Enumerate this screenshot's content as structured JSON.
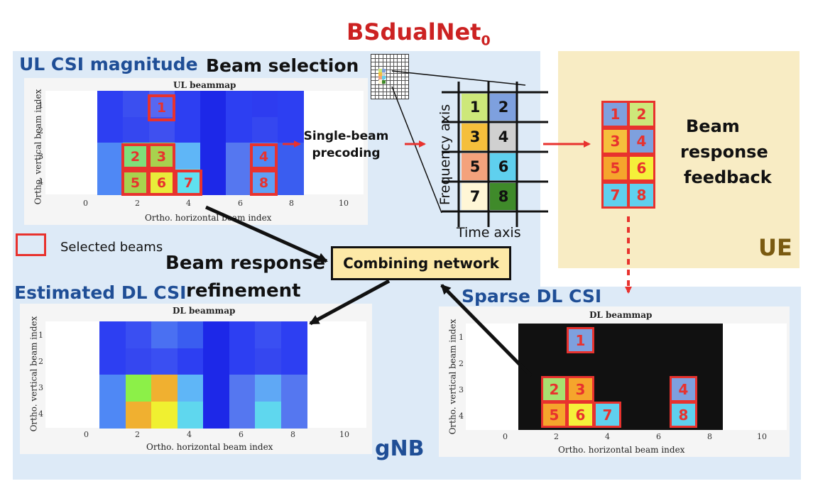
{
  "title": {
    "main": "BSdualNet",
    "sub": "0"
  },
  "ul_section": {
    "title": "UL CSI magnitude",
    "beam_selection": "Beam selection"
  },
  "ul_plot": {
    "title": "UL beammap",
    "ylabel": "Ortho. vertical beam index",
    "xlabel": "Ortho. horizontal beam index"
  },
  "dl_est_section": {
    "title": "Estimated DL CSI"
  },
  "dl_plot": {
    "title": "DL beammap",
    "ylabel": "Ortho. vertical beam index",
    "xlabel": "Ortho. horizontal beam index"
  },
  "sparse_section": {
    "title": "Sparse DL CSI"
  },
  "sparse_plot": {
    "title": "DL beammap",
    "ylabel": "Ortho. vertical beam index",
    "xlabel": "Ortho. horizontal beam index"
  },
  "x_ticks": [
    "0",
    "2",
    "4",
    "6",
    "8",
    "10"
  ],
  "y_ticks": [
    "1",
    "2",
    "3",
    "4"
  ],
  "single_beam": {
    "line1": "Single-beam",
    "line2": "precoding"
  },
  "grid": {
    "freq_axis": "Frequency axis",
    "time_axis": "Time axis",
    "cells": [
      "1",
      "2",
      "3",
      "4",
      "5",
      "6",
      "7",
      "8"
    ]
  },
  "feedback": {
    "line1": "Beam",
    "line2": "response",
    "line3": "feedback"
  },
  "ue_label": "UE",
  "gnb_label": "gNB",
  "legend": {
    "label": "Selected beams"
  },
  "refinement": {
    "line1": "Beam response",
    "line2": "refinement"
  },
  "combining": {
    "label": "Combining network"
  },
  "selected_beams": [
    "1",
    "2",
    "3",
    "4",
    "5",
    "6",
    "7",
    "8"
  ],
  "colors": {
    "gnb_bg": "#ddeaf7",
    "ue_bg": "#f8ecc4",
    "red": "#e8322e",
    "navy": "#1f4e96",
    "ue_text": "#7a5a10",
    "combining_bg": "#fde9a7"
  }
}
